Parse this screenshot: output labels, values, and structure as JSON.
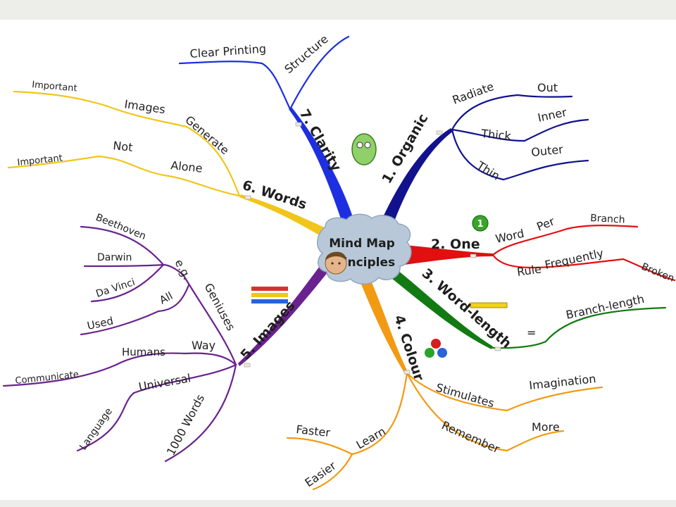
{
  "center": {
    "line1": "Mind Map",
    "line2": "Principles"
  },
  "colors": {
    "clarity": "#1d2fe0",
    "organic": "#12128e",
    "one": "#e01010",
    "word_length": "#127a12",
    "colour": "#f19a12",
    "images": "#6a238e",
    "words": "#f1c61a",
    "cloud": "#b8c8d8"
  },
  "branches": {
    "organic": {
      "title": "1. Organic",
      "radiate": "Radiate",
      "out": "Out",
      "thick": "Thick",
      "inner": "Inner",
      "thin": "Thin",
      "outer": "Outer"
    },
    "one": {
      "title": "2. One",
      "word": "Word",
      "per": "Per",
      "branch": "Branch",
      "rule": "Rule",
      "frequently": "Frequently",
      "broken": "Broken"
    },
    "word_length": {
      "title": "3. Word-length",
      "equals": "=",
      "branch_length": "Branch-length"
    },
    "colour": {
      "title": "4. Colour",
      "stimulates": "Stimulates",
      "imagination": "Imagination",
      "remember": "Remember",
      "more": "More",
      "learn": "Learn",
      "faster": "Faster",
      "easier": "Easier"
    },
    "images": {
      "title": "5. Images",
      "geniuses": "Geniuses",
      "eg": "e.g.",
      "beethoven": "Beethoven",
      "darwin": "Darwin",
      "da_vinci": "Da Vinci",
      "all": "All",
      "used": "Used",
      "way": "Way",
      "humans": "Humans",
      "communicate": "Communicate",
      "universal": "Universal",
      "language": "Language",
      "words_1000": "1000 Words"
    },
    "words": {
      "title": "6. Words",
      "generate": "Generate",
      "images": "Images",
      "important_1": "Important",
      "alone": "Alone",
      "not": "Not",
      "important_2": "Important"
    },
    "clarity": {
      "title": "7. Clarity",
      "clear_printing": "Clear Printing",
      "structure": "Structure"
    }
  },
  "icons": [
    "number-one-icon",
    "ruler-icon",
    "colour-dots-icon",
    "image-bars-icon",
    "clarity-mascot-icon",
    "face-icon"
  ]
}
